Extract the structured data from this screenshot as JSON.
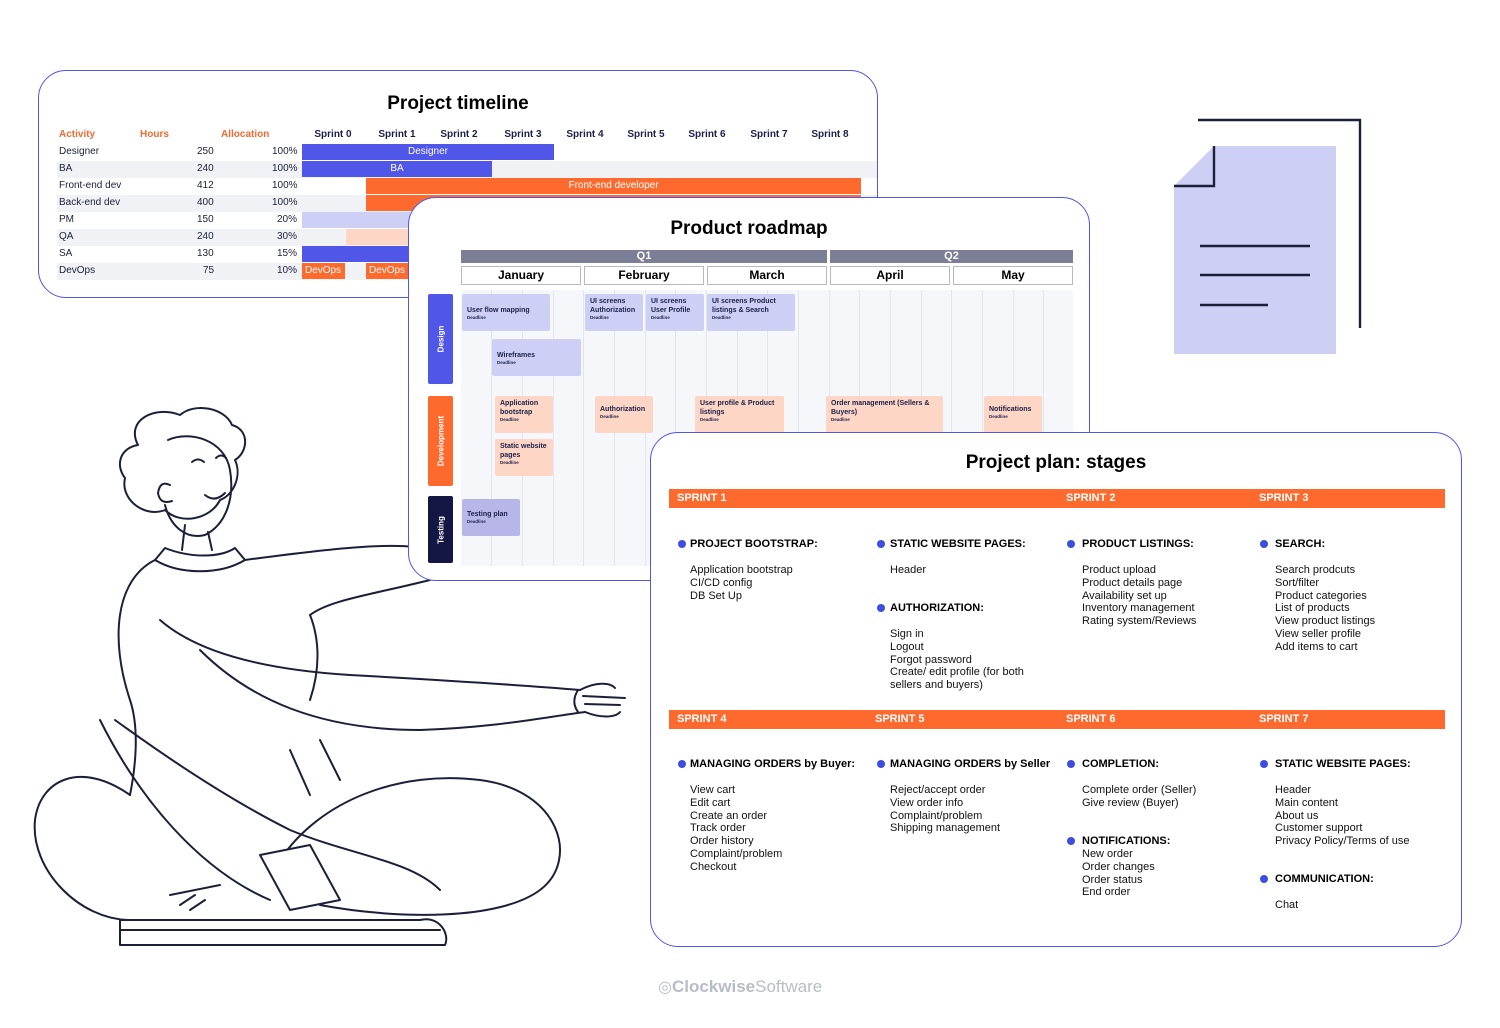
{
  "timeline": {
    "title": "Project timeline",
    "headers": {
      "activity": "Activity",
      "hours": "Hours",
      "allocation": "Allocation"
    },
    "sprints": [
      "Sprint 0",
      "Sprint 1",
      "Sprint 2",
      "Sprint 3",
      "Sprint 4",
      "Sprint 5",
      "Sprint 6",
      "Sprint 7",
      "Sprint 8"
    ],
    "rows": [
      {
        "activity": "Designer",
        "hours": "250",
        "allocation": "100%"
      },
      {
        "activity": "BA",
        "hours": "240",
        "allocation": "100%"
      },
      {
        "activity": "Front-end dev",
        "hours": "412",
        "allocation": "100%"
      },
      {
        "activity": "Back-end dev",
        "hours": "400",
        "allocation": "100%"
      },
      {
        "activity": "PM",
        "hours": "150",
        "allocation": "20%"
      },
      {
        "activity": "QA",
        "hours": "240",
        "allocation": "30%"
      },
      {
        "activity": "SA",
        "hours": "130",
        "allocation": "15%"
      },
      {
        "activity": "DevOps",
        "hours": "75",
        "allocation": "10%"
      }
    ],
    "bars": {
      "designer": "Designer",
      "ba": "BA",
      "frontend": "Front-end developer",
      "devops1": "DevOps",
      "devops2": "DevOps"
    },
    "colors": {
      "blue": "#4f56e8",
      "orange": "#fe6a2e",
      "light_blue": "#cdd0f4",
      "light_orange": "#fdd6c6"
    }
  },
  "roadmap": {
    "title": "Product roadmap",
    "quarters": [
      "Q1",
      "Q2"
    ],
    "months": [
      "January",
      "February",
      "March",
      "April",
      "May"
    ],
    "lanes": [
      "Design",
      "Development",
      "Testing"
    ],
    "lane_colors": {
      "design": "#4f56e8",
      "development": "#fe6a2e",
      "testing": "#141744"
    },
    "deadline": "Deadline",
    "tasks": {
      "user_flow": "User flow mapping",
      "ui_auth": "UI screens Authorization",
      "ui_profile": "UI screens User Profile",
      "ui_listings": "UI screens Product listings & Search",
      "wireframes": "Wireframes",
      "app_bootstrap": "Application bootstrap",
      "authorization": "Authorization",
      "profile_listings": "User profile & Product listings",
      "order_mgmt": "Order management (Sellers & Buyers)",
      "notifications": "Notifications",
      "static_pages": "Static website pages",
      "testing_plan": "Testing plan"
    }
  },
  "plan": {
    "title": "Project plan: stages",
    "band1": [
      "SPRINT 1",
      "SPRINT 2",
      "SPRINT 3"
    ],
    "band2": [
      "SPRINT 4",
      "SPRINT 5",
      "SPRINT 6",
      "SPRINT 7"
    ],
    "blocks": {
      "bootstrap": {
        "head": "PROJECT BOOTSTRAP:",
        "items": "Application bootstrap\nCI/CD config\nDB Set Up"
      },
      "static1": {
        "head": "STATIC WEBSITE PAGES:",
        "items": "Header"
      },
      "authorization": {
        "head": "AUTHORIZATION:",
        "items": "Sign in\nLogout\nForgot password\nCreate/ edit profile (for both\nsellers and buyers)"
      },
      "listings": {
        "head": "PRODUCT LISTINGS:",
        "items": "Product upload\nProduct details page\nAvailability set up\nInventory management\nRating system/Reviews"
      },
      "search": {
        "head": "SEARCH:",
        "items": "Search prodcuts\nSort/filter\nProduct categories\nList of products\nView product listings\nView seller profile\nAdd items to cart"
      },
      "buyer": {
        "head": "MANAGING ORDERS by Buyer:",
        "items": "View cart\nEdit cart\nCreate an order\nTrack order\nOrder history\nComplaint/problem\nCheckout"
      },
      "seller": {
        "head": "MANAGING ORDERS by Seller",
        "items": "Reject/accept order\nView order info\nComplaint/problem\nShipping management"
      },
      "completion": {
        "head": "COMPLETION:",
        "items": "Complete order (Seller)\nGive review (Buyer)"
      },
      "notifications": {
        "head": "NOTIFICATIONS:",
        "items": "New order\nOrder changes\nOrder status\nEnd order"
      },
      "static2": {
        "head": "STATIC WEBSITE PAGES:",
        "items": "Header\nMain content\nAbout us\nCustomer support\nPrivacy Policy/Terms of use"
      },
      "communication": {
        "head": "COMMUNICATION:",
        "items": "Chat"
      }
    }
  },
  "logo": {
    "bold": "Clockwise",
    "light": "Software"
  },
  "illustration": {
    "icon": "document-icon",
    "person": "sitting-person-illustration"
  }
}
